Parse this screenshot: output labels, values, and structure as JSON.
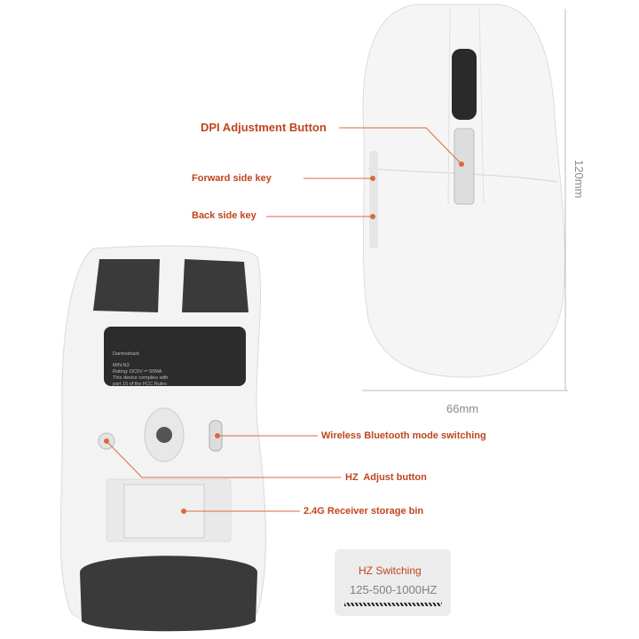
{
  "callouts": {
    "dpi": "DPI Adjustment Button",
    "forward": "Forward side key",
    "back": "Back side key",
    "wireless": "Wireless Bluetooth mode switching",
    "hz_adjust": "HZ  Adjust button",
    "receiver": "2.4G Receiver storage bin"
  },
  "dimensions": {
    "height": "120mm",
    "width": "66mm"
  },
  "sticker": {
    "brand": "Darmoshark",
    "lines": [
      "M/N:N3",
      "Rating: DC5V ⎓ 50MA",
      "This device complies with",
      "part 15 of the FCC Rules"
    ]
  },
  "hz_box": {
    "title": "HZ Switching",
    "range": "125-500-1000HZ"
  },
  "colors": {
    "accent": "#c0451c",
    "mouse": "#f4f4f4",
    "skate": "#3a3a3a"
  }
}
